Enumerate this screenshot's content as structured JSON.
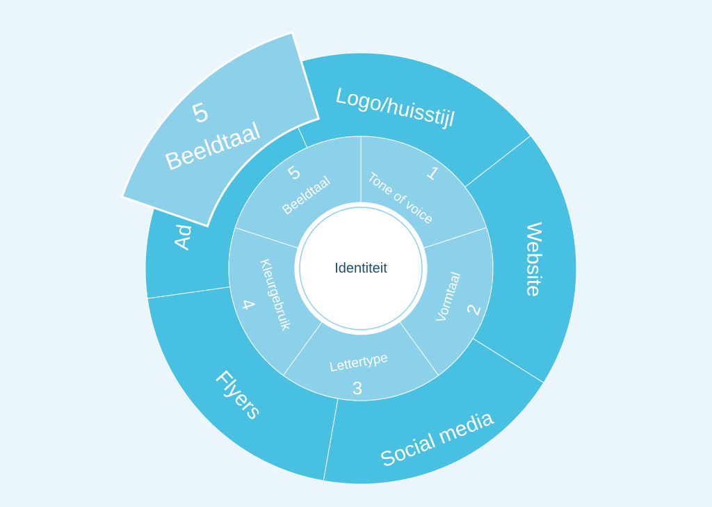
{
  "colors": {
    "background": "#eaf6fb",
    "outer_ring": "#48c0e2",
    "inner_ring": "#8dd0ea",
    "highlight": "#8dd0ea",
    "center": "#ffffff",
    "center_text": "#1a4e6e",
    "separator": "#ffffff"
  },
  "center": {
    "label": "Identiteit"
  },
  "inner_segments": [
    {
      "number": "1",
      "label": "Tone of voice"
    },
    {
      "number": "2",
      "label": "Vormtaal"
    },
    {
      "number": "3",
      "label": "Lettertype"
    },
    {
      "number": "4",
      "label": "Kleurgebruik"
    },
    {
      "number": "5",
      "label": "Beeldtaal"
    }
  ],
  "outer_segments": [
    {
      "label": "Logo/huisstijl"
    },
    {
      "label": "Website"
    },
    {
      "label": "Social media"
    },
    {
      "label": "Flyers"
    },
    {
      "label": "Ad"
    }
  ],
  "highlight": {
    "number": "5",
    "label": "Beeldtaal"
  }
}
